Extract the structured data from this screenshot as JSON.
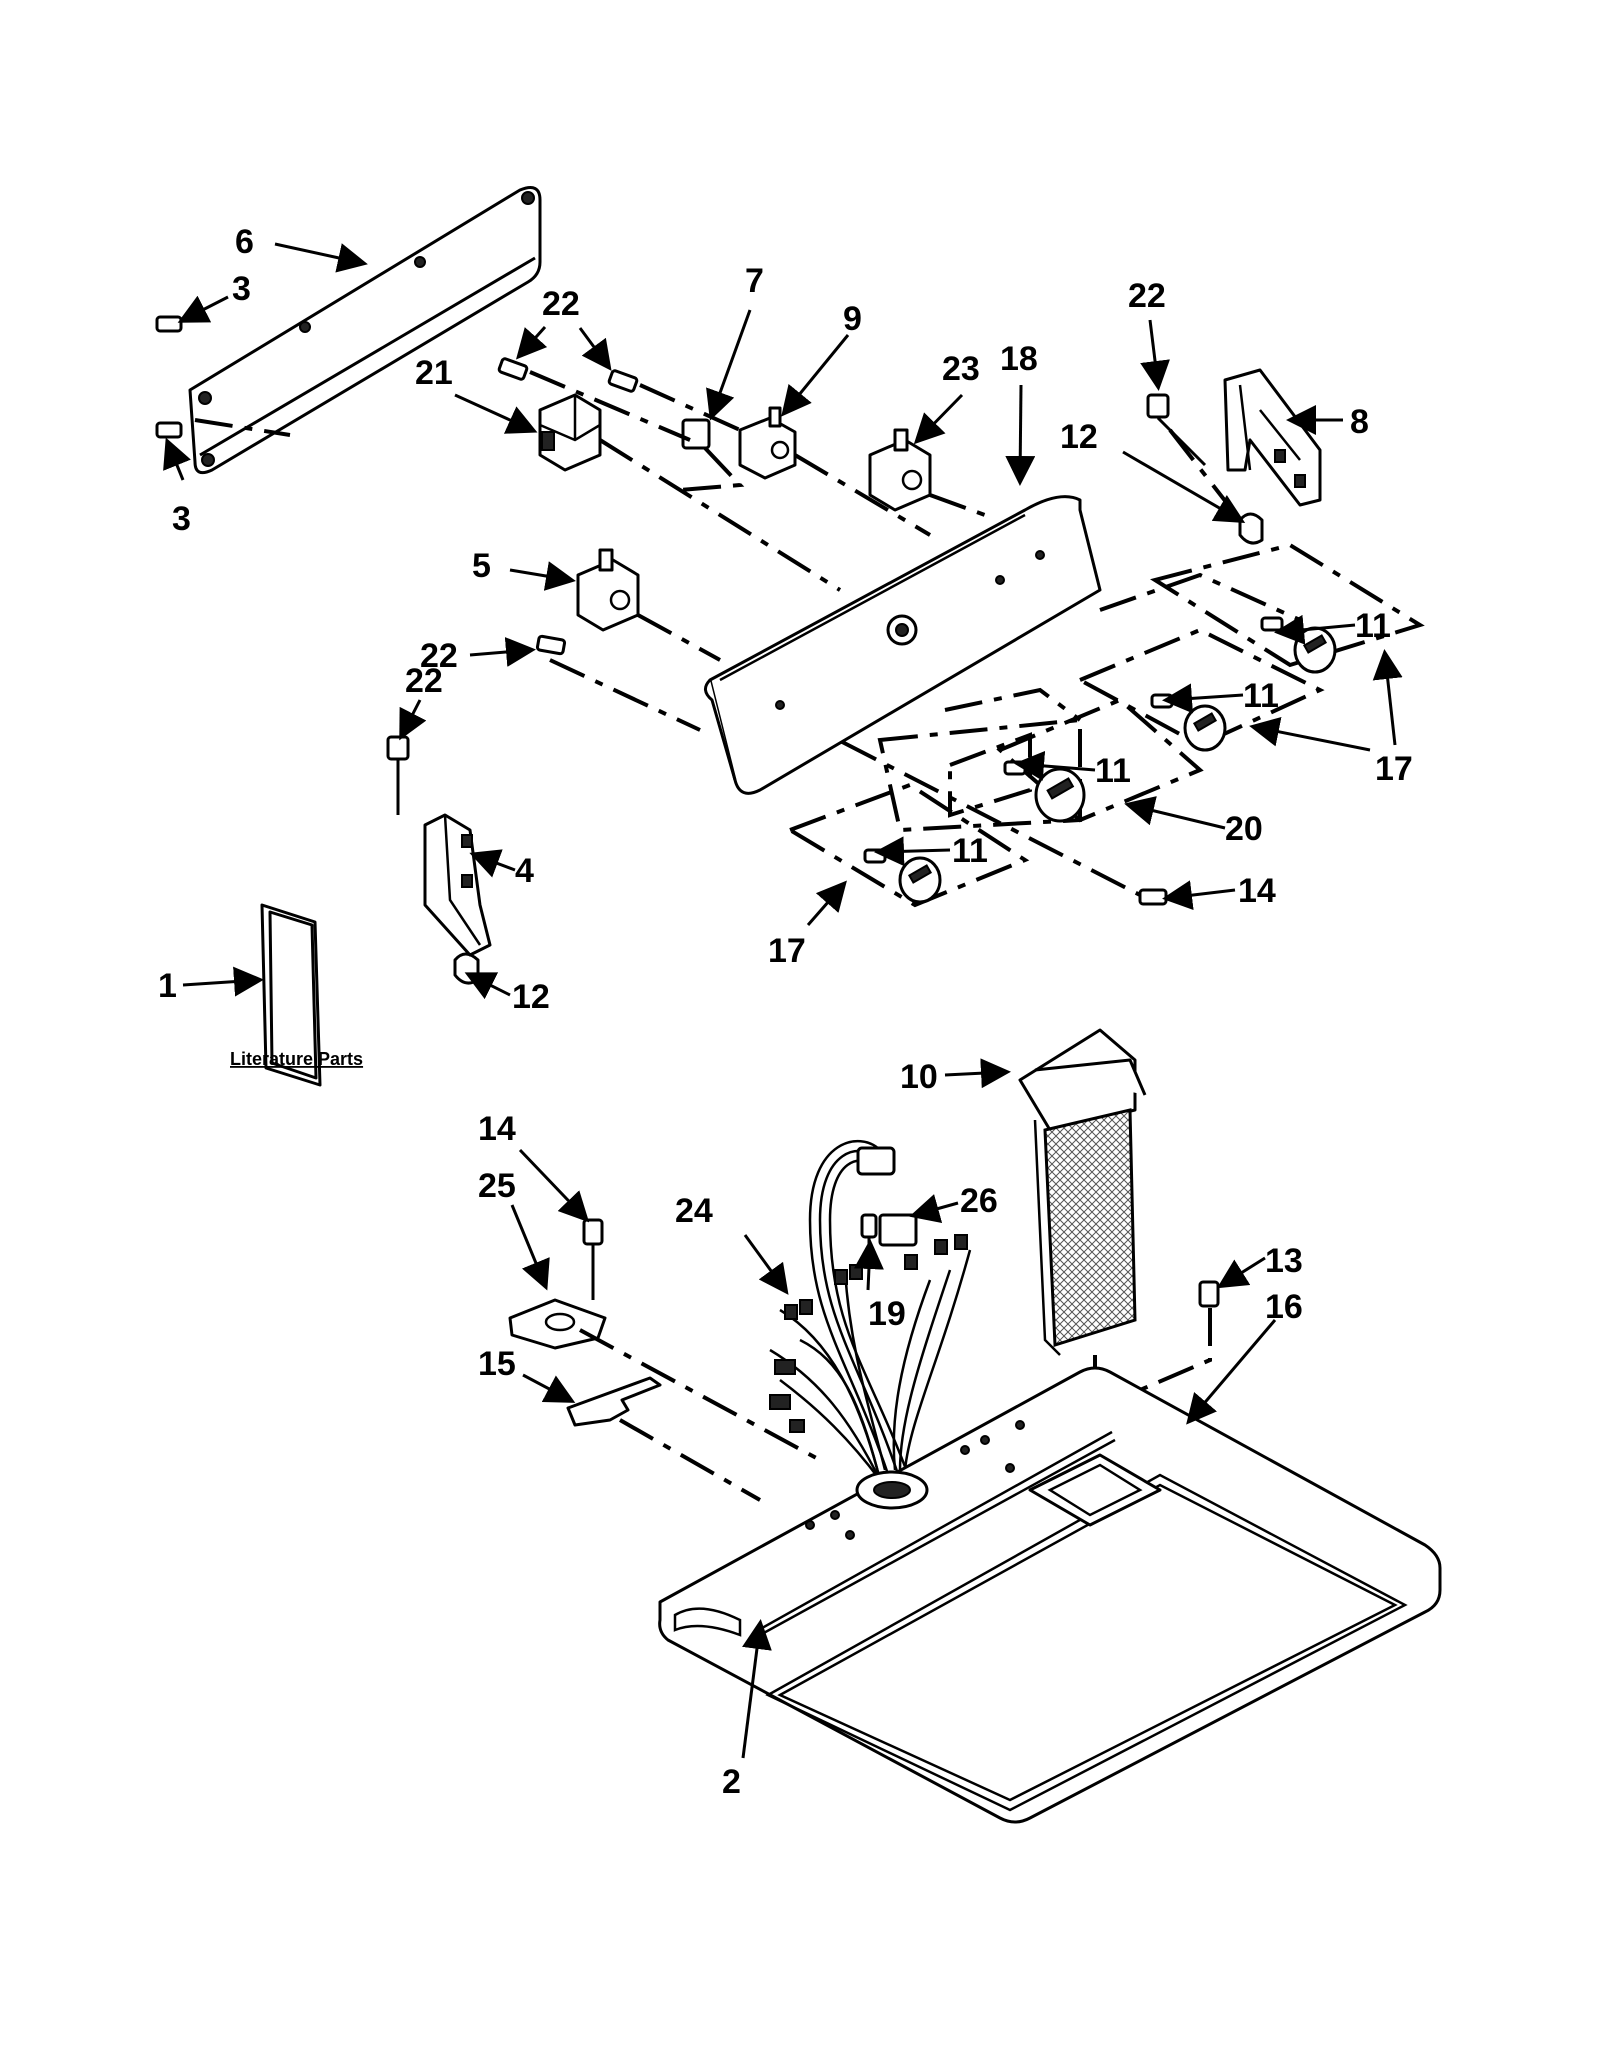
{
  "callouts": {
    "c1": "1",
    "c2": "2",
    "c3a": "3",
    "c3b": "3",
    "c4": "4",
    "c5": "5",
    "c6": "6",
    "c7": "7",
    "c8": "8",
    "c9": "9",
    "c10": "10",
    "c11a": "11",
    "c11b": "11",
    "c11c": "11",
    "c11d": "11",
    "c12a": "12",
    "c12b": "12",
    "c13": "13",
    "c14a": "14",
    "c14b": "14",
    "c15": "15",
    "c16": "16",
    "c17a": "17",
    "c17b": "17",
    "c18": "18",
    "c19": "19",
    "c20": "20",
    "c21": "21",
    "c22a": "22",
    "c22b": "22",
    "c22c": "22",
    "c22d": "22",
    "c23": "23",
    "c24": "24",
    "c25": "25",
    "c26": "26"
  },
  "literature_label": "Literature Parts"
}
